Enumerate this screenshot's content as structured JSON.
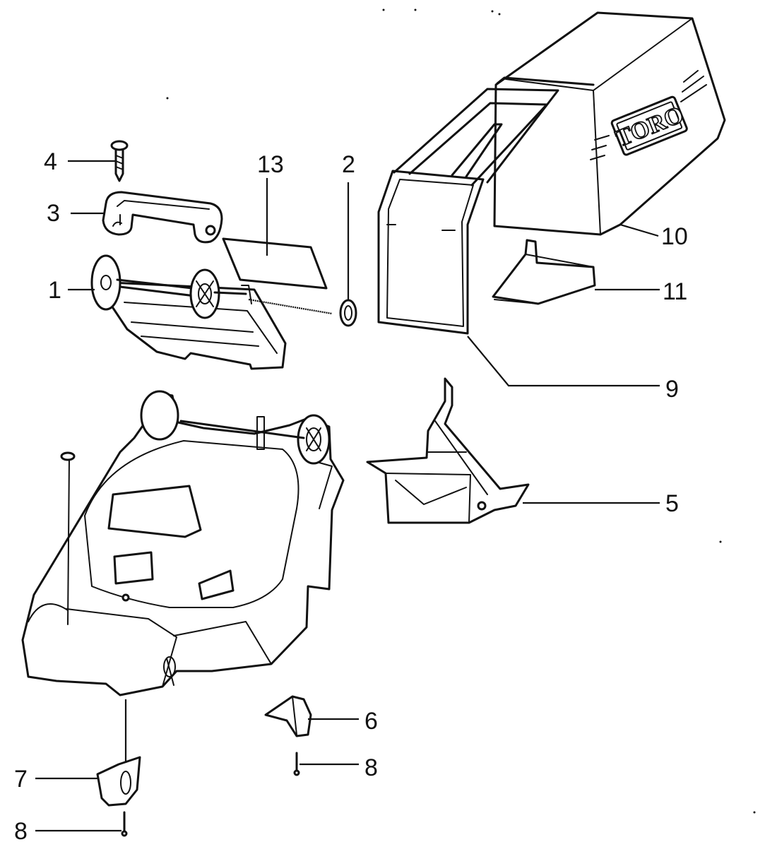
{
  "figure": {
    "brand_text": "TORO",
    "callouts": {
      "c1": "1",
      "c2": "2",
      "c3": "3",
      "c4": "4",
      "c5": "5",
      "c6": "6",
      "c7": "7",
      "c8a": "8",
      "c8b": "8",
      "c9": "9",
      "c10": "10",
      "c11": "11",
      "c13": "13"
    }
  }
}
